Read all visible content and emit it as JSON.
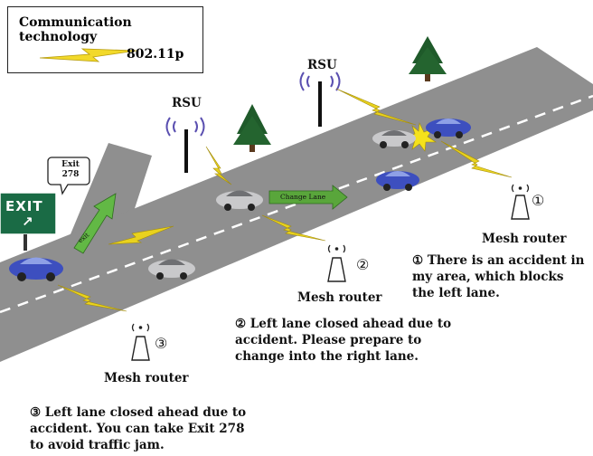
{
  "legend": {
    "title": "Communication technology",
    "protocol": "802.11p"
  },
  "signs": {
    "exit_sign": "EXIT",
    "exit_arrow": "↗",
    "exit_number": "Exit\n278"
  },
  "road": {
    "ramp_arrow_text": "exit",
    "change_lane_text": "Change Lane"
  },
  "rsu_labels": [
    "RSU",
    "RSU"
  ],
  "mesh_routers": [
    {
      "label": "Mesh router",
      "number": "①"
    },
    {
      "label": "Mesh router",
      "number": "②"
    },
    {
      "label": "Mesh router",
      "number": "③"
    }
  ],
  "messages": {
    "m1": "① There is an accident in my area, which blocks the left lane.",
    "m2": "② Left lane closed ahead due to accident. Please prepare to change into the right lane.",
    "m3": "③ Left lane closed ahead due to accident. You can take Exit 278 to avoid traffic jam."
  },
  "colors": {
    "road": "#8f8f8f",
    "lane_marking": "#ffffff",
    "exit_sign_bg": "#1a6b45",
    "link": "#e9d21e",
    "blue_car": "#3d4fbf",
    "silver_car": "#c9c9cb",
    "tree": "#1f5a2a"
  }
}
